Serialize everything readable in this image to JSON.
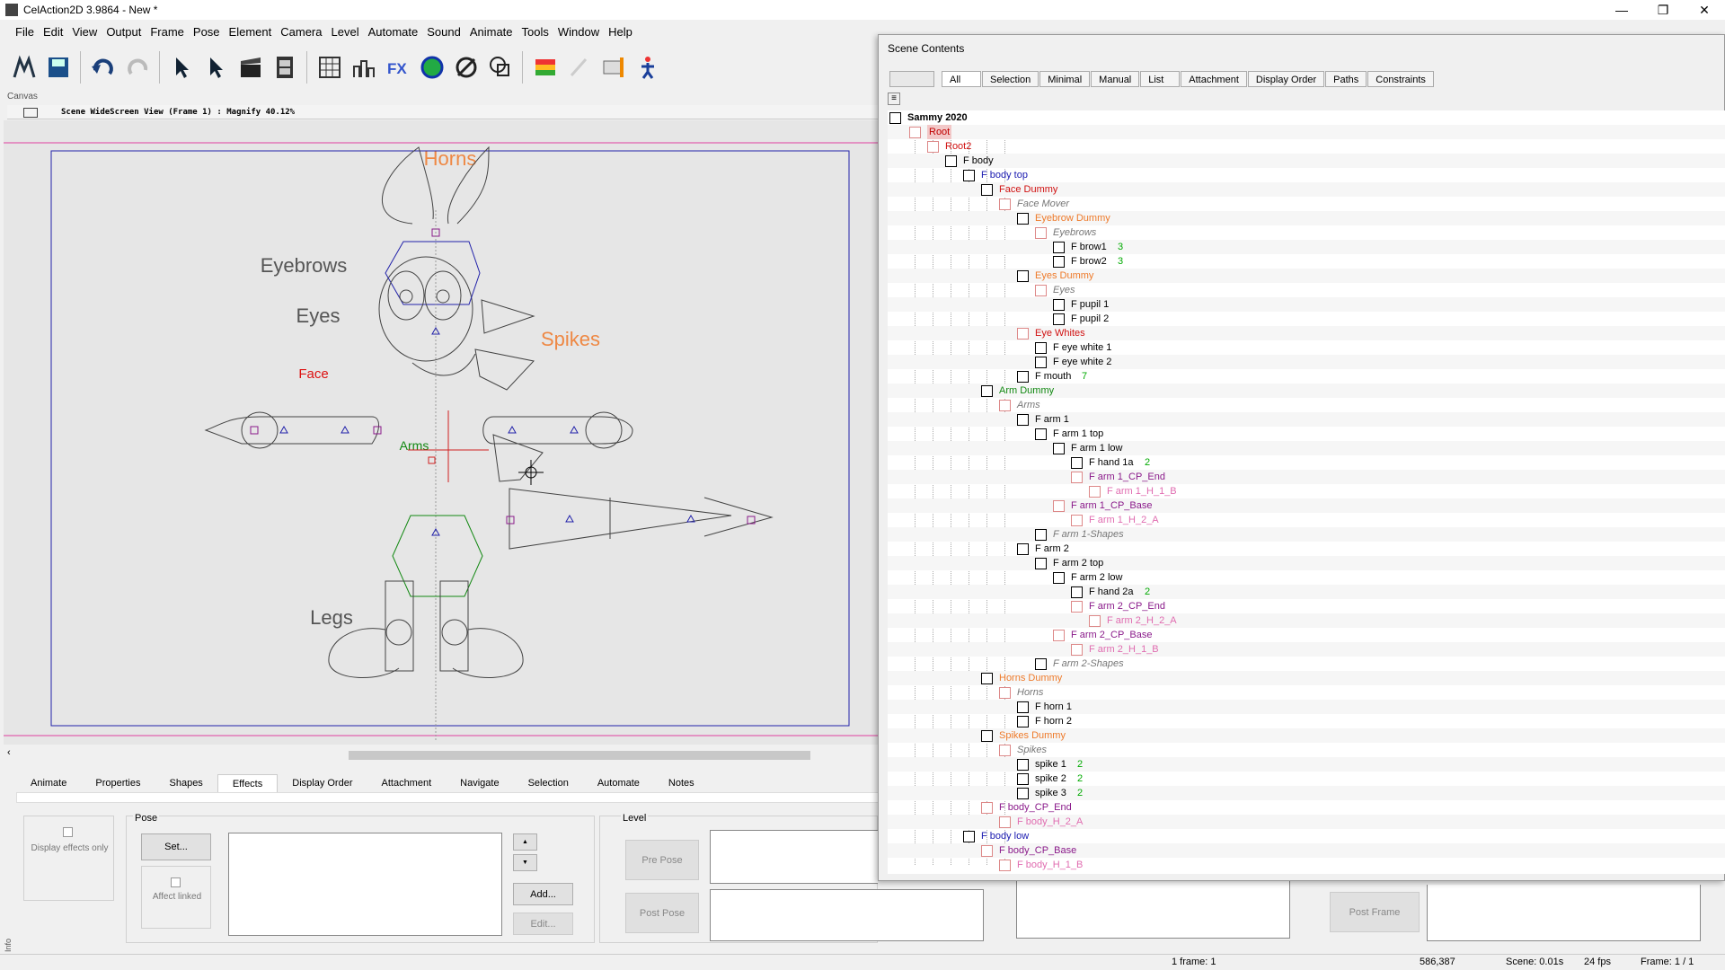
{
  "window": {
    "title": "CelAction2D 3.9864 - New *",
    "controls": [
      "—",
      "❐",
      "✕"
    ]
  },
  "menu": [
    "File",
    "Edit",
    "View",
    "Output",
    "Frame",
    "Pose",
    "Element",
    "Camera",
    "Level",
    "Automate",
    "Sound",
    "Animate",
    "Tools",
    "Window",
    "Help"
  ],
  "canvas": {
    "section_label": "Canvas",
    "view_title": "Scene WideScreen View (Frame 1) : Magnify 40.12%",
    "labels": {
      "horns": "Horns",
      "eyebrows": "Eyebrows",
      "eyes": "Eyes",
      "spikes": "Spikes",
      "face": "Face",
      "arms": "Arms",
      "legs": "Legs"
    },
    "colors": {
      "horns": "#ee8844",
      "eyebrows": "#555555",
      "spikes": "#ee8844",
      "face": "#dd1111",
      "arms": "#118811",
      "frame": "#2222aa",
      "guide": "#e040a0"
    }
  },
  "bottom": {
    "info_label": "Info",
    "tabs": [
      "Animate",
      "Properties",
      "Shapes",
      "Effects",
      "Display Order",
      "Attachment",
      "Navigate",
      "Selection",
      "Automate",
      "Notes"
    ],
    "active_tab": "Effects",
    "display_effects_only": "Display effects only",
    "affect_linked": "Affect linked",
    "pose_label": "Pose",
    "set_button": "Set...",
    "up_arrow": "▲",
    "down_arrow": "▼",
    "add_button": "Add...",
    "edit_button": "Edit...",
    "level_label": "Level",
    "pre_pose": "Pre Pose",
    "post_pose": "Post Pose",
    "post_frame": "Post Frame"
  },
  "status": {
    "frame_info": "1 frame: 1",
    "coords": "586,387",
    "scene_time": "Scene: 0.01s",
    "fps": "24 fps",
    "frame": "Frame: 1 / 1"
  },
  "scene_contents": {
    "title": "Scene Contents",
    "tabs": [
      "All",
      "Selection",
      "Minimal",
      "Manual",
      "List",
      "Attachment",
      "Display Order",
      "Paths",
      "Constraints"
    ],
    "active_tab": "All",
    "root_label": "Sammy 2020",
    "tree": [
      {
        "label": "Root",
        "level": 1,
        "color": "redbg",
        "icon": "faint"
      },
      {
        "label": "Root2",
        "level": 2,
        "color": "red",
        "icon": "faint"
      },
      {
        "label": "F body",
        "level": 3,
        "color": "black",
        "icon": "anchor"
      },
      {
        "label": "F body top",
        "level": 4,
        "color": "blue",
        "icon": "anchor"
      },
      {
        "label": "Face Dummy",
        "level": 5,
        "color": "red",
        "icon": "anchor"
      },
      {
        "label": "Face Mover",
        "level": 6,
        "color": "grey",
        "icon": "faint"
      },
      {
        "label": "Eyebrow Dummy",
        "level": 7,
        "color": "orange",
        "icon": "anchor"
      },
      {
        "label": "Eyebrows",
        "level": 8,
        "color": "grey",
        "icon": "faint"
      },
      {
        "label": "F brow1",
        "level": 9,
        "color": "black",
        "icon": "anchor",
        "count": "3"
      },
      {
        "label": "F brow2",
        "level": 9,
        "color": "black",
        "icon": "anchor",
        "count": "3"
      },
      {
        "label": "Eyes Dummy",
        "level": 7,
        "color": "orange",
        "icon": "anchor"
      },
      {
        "label": "Eyes",
        "level": 8,
        "color": "grey",
        "icon": "faint"
      },
      {
        "label": "F pupil 1",
        "level": 9,
        "color": "black",
        "icon": "anchor"
      },
      {
        "label": "F pupil 2",
        "level": 9,
        "color": "black",
        "icon": "anchor"
      },
      {
        "label": "Eye Whites",
        "level": 7,
        "color": "red",
        "icon": "faint"
      },
      {
        "label": "F eye white 1",
        "level": 8,
        "color": "black",
        "icon": "anchor"
      },
      {
        "label": "F eye white 2",
        "level": 8,
        "color": "black",
        "icon": "anchor"
      },
      {
        "label": "F mouth",
        "level": 7,
        "color": "black",
        "icon": "anchor",
        "count": "7"
      },
      {
        "label": "Arm Dummy",
        "level": 5,
        "color": "green",
        "icon": "anchor"
      },
      {
        "label": "Arms",
        "level": 6,
        "color": "grey",
        "icon": "faint"
      },
      {
        "label": "F arm 1",
        "level": 7,
        "color": "black",
        "icon": "anchor"
      },
      {
        "label": "F arm 1 top",
        "level": 8,
        "color": "black",
        "icon": "anchor"
      },
      {
        "label": "F arm 1 low",
        "level": 9,
        "color": "black",
        "icon": "anchor"
      },
      {
        "label": "F hand 1a",
        "level": 10,
        "color": "black",
        "icon": "anchor",
        "count": "2"
      },
      {
        "label": "F arm 1_CP_End",
        "level": 10,
        "color": "purple",
        "icon": "faint"
      },
      {
        "label": "F arm 1_H_1_B",
        "level": 11,
        "color": "pink",
        "icon": "faint"
      },
      {
        "label": "F arm 1_CP_Base",
        "level": 9,
        "color": "purple",
        "icon": "faint"
      },
      {
        "label": "F arm 1_H_2_A",
        "level": 10,
        "color": "pink",
        "icon": "faint"
      },
      {
        "label": "F arm 1-Shapes",
        "level": 8,
        "color": "grey",
        "icon": "anchor"
      },
      {
        "label": "F arm 2",
        "level": 7,
        "color": "black",
        "icon": "anchor"
      },
      {
        "label": "F arm 2 top",
        "level": 8,
        "color": "black",
        "icon": "anchor"
      },
      {
        "label": "F arm 2 low",
        "level": 9,
        "color": "black",
        "icon": "anchor"
      },
      {
        "label": "F hand 2a",
        "level": 10,
        "color": "black",
        "icon": "anchor",
        "count": "2"
      },
      {
        "label": "F arm 2_CP_End",
        "level": 10,
        "color": "purple",
        "icon": "faint"
      },
      {
        "label": "F arm 2_H_2_A",
        "level": 11,
        "color": "pink",
        "icon": "faint"
      },
      {
        "label": "F arm 2_CP_Base",
        "level": 9,
        "color": "purple",
        "icon": "faint"
      },
      {
        "label": "F arm 2_H_1_B",
        "level": 10,
        "color": "pink",
        "icon": "faint"
      },
      {
        "label": "F arm 2-Shapes",
        "level": 8,
        "color": "grey",
        "icon": "anchor"
      },
      {
        "label": "Horns Dummy",
        "level": 5,
        "color": "orange",
        "icon": "anchor"
      },
      {
        "label": "Horns",
        "level": 6,
        "color": "grey",
        "icon": "faint"
      },
      {
        "label": "F horn 1",
        "level": 7,
        "color": "black",
        "icon": "anchor"
      },
      {
        "label": "F horn 2",
        "level": 7,
        "color": "black",
        "icon": "anchor"
      },
      {
        "label": "Spikes Dummy",
        "level": 5,
        "color": "orange",
        "icon": "anchor"
      },
      {
        "label": "Spikes",
        "level": 6,
        "color": "grey",
        "icon": "faint"
      },
      {
        "label": "spike 1",
        "level": 7,
        "color": "black",
        "icon": "anchor",
        "count": "2"
      },
      {
        "label": "spike 2",
        "level": 7,
        "color": "black",
        "icon": "anchor",
        "count": "2"
      },
      {
        "label": "spike 3",
        "level": 7,
        "color": "black",
        "icon": "anchor",
        "count": "2"
      },
      {
        "label": "F body_CP_End",
        "level": 5,
        "color": "purple",
        "icon": "faint"
      },
      {
        "label": "F body_H_2_A",
        "level": 6,
        "color": "pink",
        "icon": "faint"
      },
      {
        "label": "F body low",
        "level": 4,
        "color": "blue",
        "icon": "anchor"
      },
      {
        "label": "F body_CP_Base",
        "level": 5,
        "color": "purple",
        "icon": "faint"
      },
      {
        "label": "F body_H_1_B",
        "level": 6,
        "color": "pink",
        "icon": "faint"
      }
    ]
  }
}
